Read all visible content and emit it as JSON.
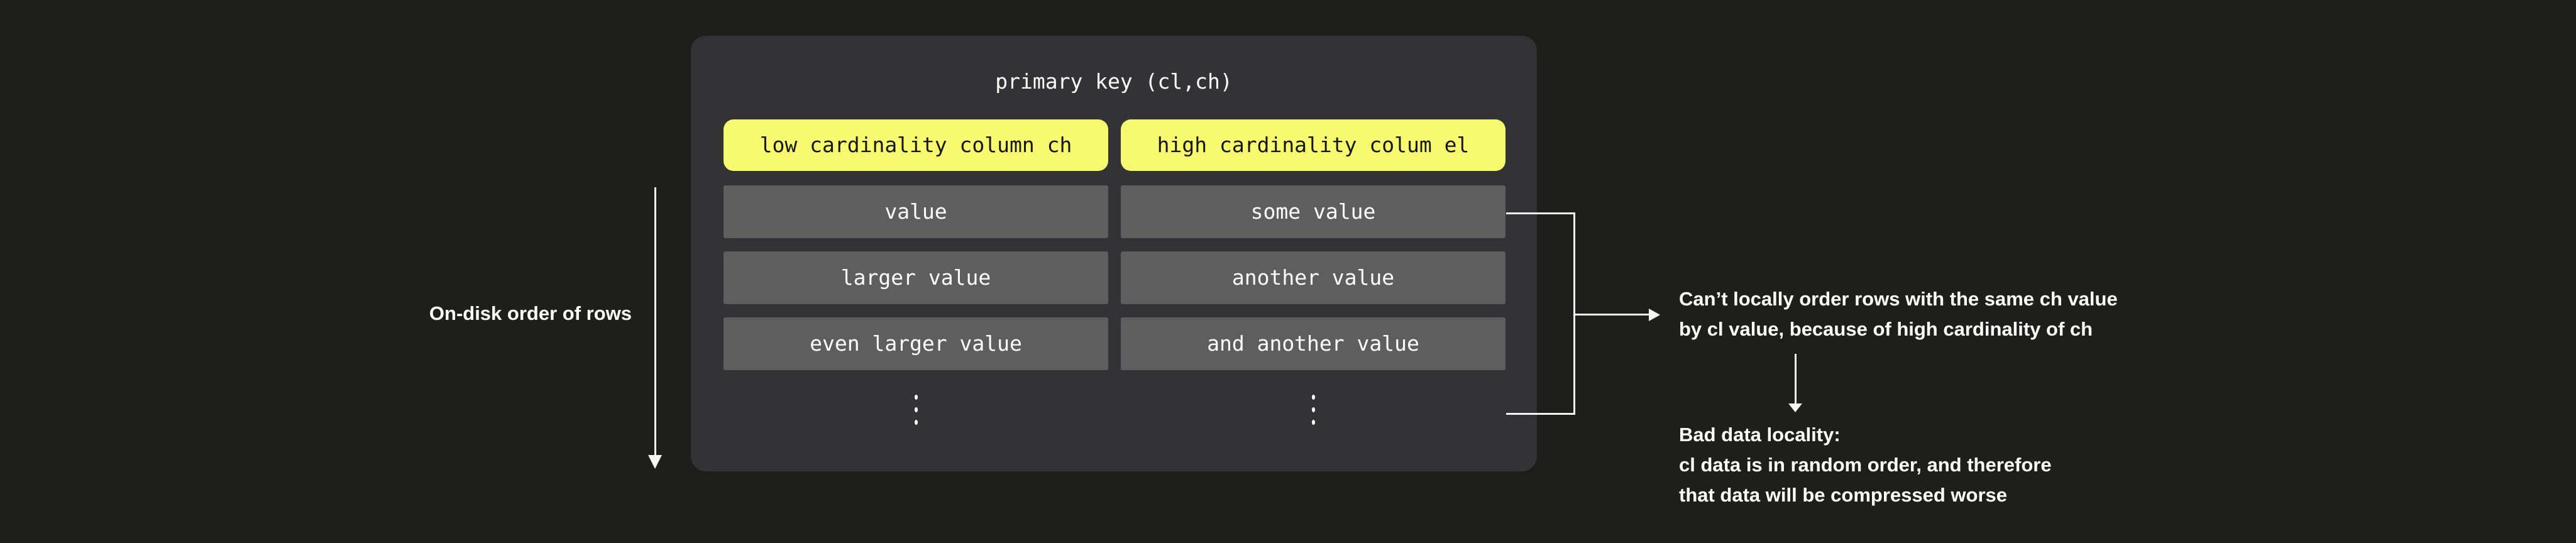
{
  "colors": {
    "background": "#1e1e1c",
    "panel": "#333336",
    "value_box": "#5e5e5e",
    "header_box": "#f7f96e",
    "header_text": "#161616",
    "light_text": "#ffffff",
    "connector": "#f5f5f5"
  },
  "panel": {
    "title": "primary key (cl,ch)",
    "columns": [
      {
        "header": "low cardinality column ch",
        "rows": [
          "value",
          "larger value",
          "even larger value"
        ]
      },
      {
        "header": "high cardinality colum el",
        "rows": [
          "some value",
          "another value",
          "and another value"
        ]
      }
    ]
  },
  "left_label": "On-disk order of rows",
  "annotations": [
    {
      "lines": [
        "Can’t locally order rows with the same ch value",
        "by cl value, because of high cardinality of ch"
      ]
    },
    {
      "lines": [
        "Bad data locality:",
        "cl data is in random order, and therefore",
        "that data will be compressed worse"
      ]
    }
  ],
  "icons": {
    "vertical_ellipsis": "⋮",
    "down_arrow": "↓",
    "right_arrow": "→"
  }
}
